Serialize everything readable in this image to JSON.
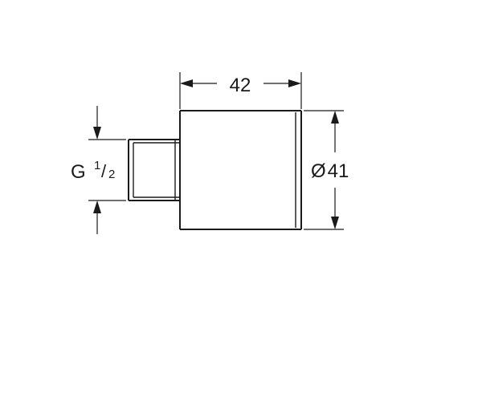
{
  "drawing": {
    "width_dimension": {
      "value": "42"
    },
    "diameter_dimension": {
      "symbol": "Ø",
      "value": "41"
    },
    "thread_dimension": {
      "prefix": "G",
      "numerator": "1",
      "slash": "/",
      "denominator": "2"
    },
    "colors": {
      "line": "#1a1a1a",
      "background": "#ffffff"
    }
  }
}
